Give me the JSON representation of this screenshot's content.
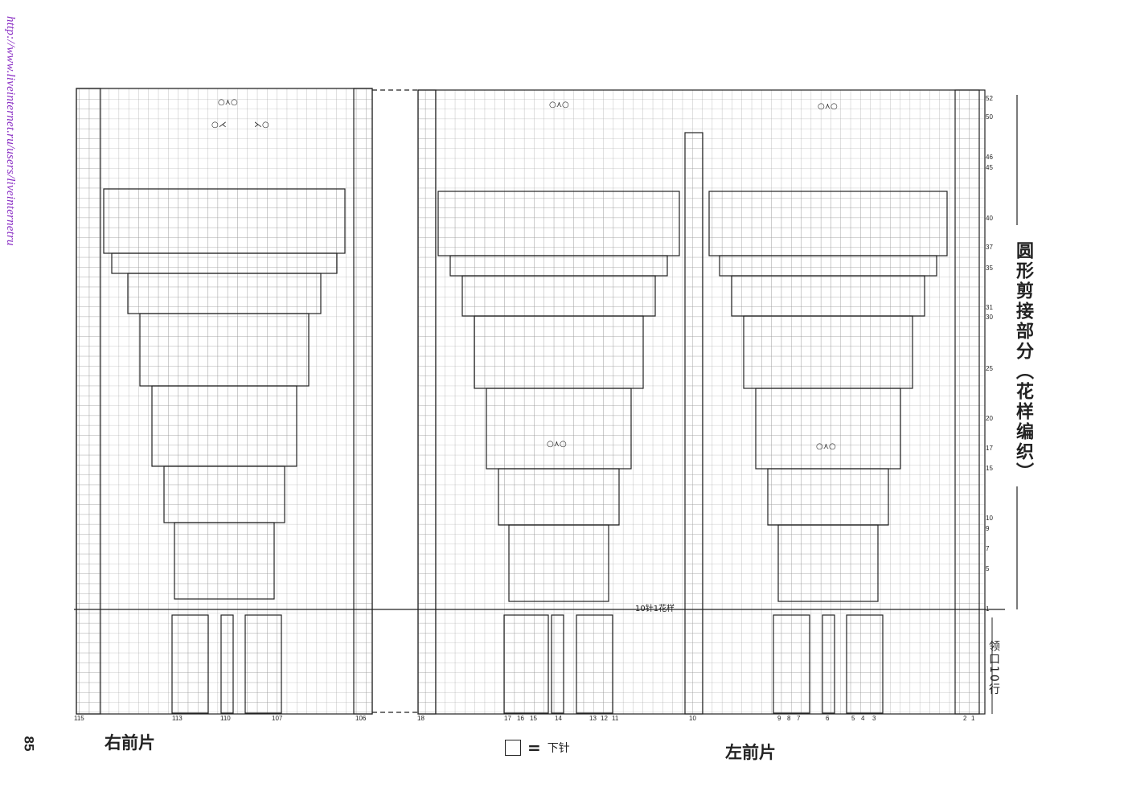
{
  "watermark": "http://www.liveinternet.ru/users/liveinternetru",
  "page_number": "85",
  "labels": {
    "right_front": "右前片",
    "left_front": "左前片",
    "side_title": "圆形剪接部分（花样编织）",
    "neck": "领口10行",
    "repeat": "10针1花样"
  },
  "legend": {
    "equals": "=",
    "text": "下针"
  },
  "row_numbers": [
    "52",
    "50",
    "46",
    "45",
    "40",
    "37",
    "35",
    "31",
    "30",
    "25",
    "20",
    "17",
    "15",
    "10",
    "9",
    "7",
    "5",
    "1"
  ],
  "col_numbers": {
    "right": [
      "115",
      "113",
      "110",
      "107",
      "106"
    ],
    "left": [
      "18",
      "17",
      "16",
      "15",
      "14",
      "13",
      "12",
      "11",
      "10",
      "9",
      "8",
      "7",
      "6",
      "5",
      "4",
      "3",
      "2",
      "1"
    ]
  },
  "colors": {
    "ink": "#222222",
    "grid": "#9a9a9a",
    "watermark": "#8a2fc4"
  }
}
